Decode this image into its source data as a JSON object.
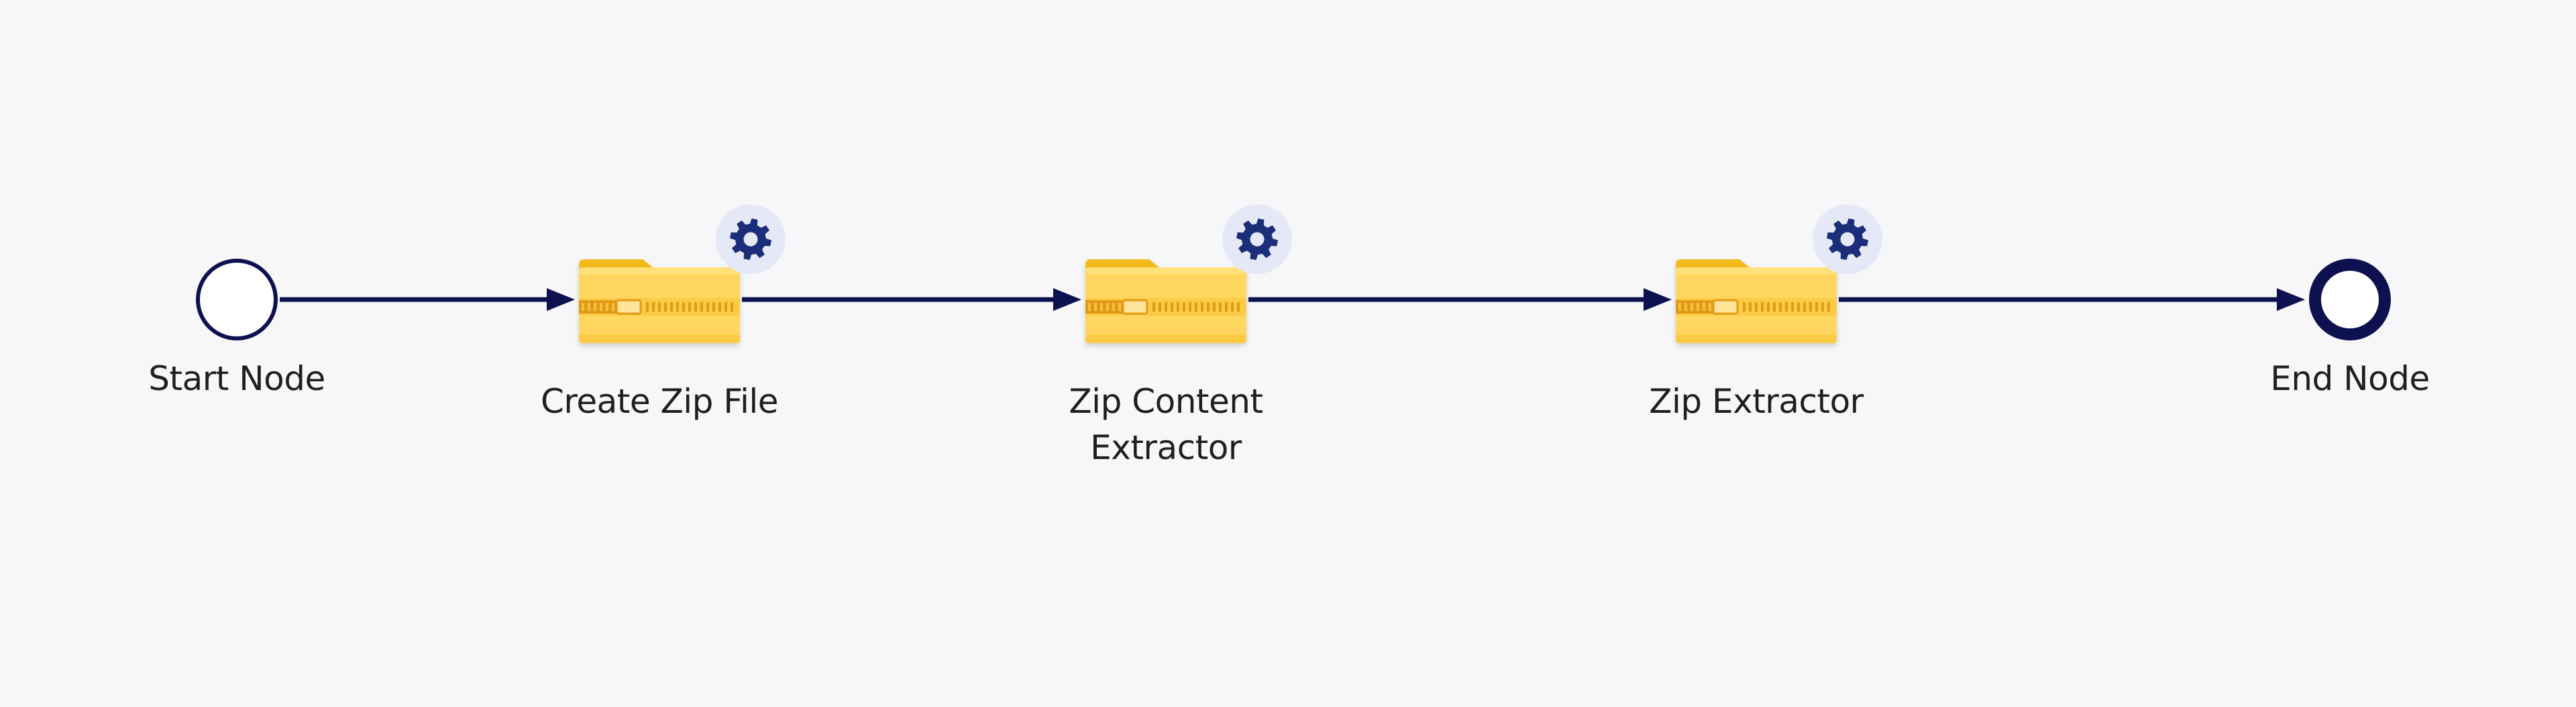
{
  "workflow": {
    "nodes": [
      {
        "id": "start",
        "type": "start-event",
        "label": "Start Node"
      },
      {
        "id": "create-zip-file",
        "type": "task",
        "icon": "zip-folder-icon",
        "label": "Create Zip File",
        "has_settings": true,
        "settings_icon": "gear-icon"
      },
      {
        "id": "zip-content-extractor",
        "type": "task",
        "icon": "zip-folder-icon",
        "label": "Zip Content\nExtractor",
        "has_settings": true,
        "settings_icon": "gear-icon"
      },
      {
        "id": "zip-extractor",
        "type": "task",
        "icon": "zip-folder-icon",
        "label": "Zip Extractor",
        "has_settings": true,
        "settings_icon": "gear-icon"
      },
      {
        "id": "end",
        "type": "end-event",
        "label": "End Node"
      }
    ],
    "edges": [
      {
        "from": "start",
        "to": "create-zip-file"
      },
      {
        "from": "create-zip-file",
        "to": "zip-content-extractor"
      },
      {
        "from": "zip-content-extractor",
        "to": "zip-extractor"
      },
      {
        "from": "zip-extractor",
        "to": "end"
      }
    ]
  },
  "colors": {
    "background": "#F7F7F9",
    "connector": "#0D1150",
    "node_stroke": "#0D1150",
    "node_fill": "#FFFFFF",
    "label_text": "#1F1F1F",
    "folder_tab": "#F4B91E",
    "folder_body": "#FFD761",
    "folder_body_shade": "#FCCB45",
    "zipper_dark": "#E19A12",
    "zipper_light": "#FFE49A",
    "gear_badge_bg": "#E5E9F7",
    "gear_color": "#1C2D7A"
  }
}
